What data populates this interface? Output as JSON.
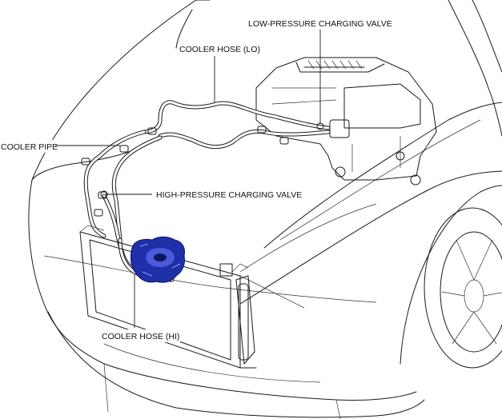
{
  "labels": {
    "low_pressure_valve": "LOW-PRESSURE CHARGING VALVE",
    "cooler_hose_lo": "COOLER HOSE (LO)",
    "cooler_pipe": "COOLER PIPE",
    "high_pressure_valve": "HIGH-PRESSURE CHARGING VALVE",
    "cooler_hose_hi": "COOLER HOSE (HI)"
  },
  "colors": {
    "line": "#1a1a1a",
    "compressor": "#1f2fa8",
    "background": "#ffffff"
  }
}
